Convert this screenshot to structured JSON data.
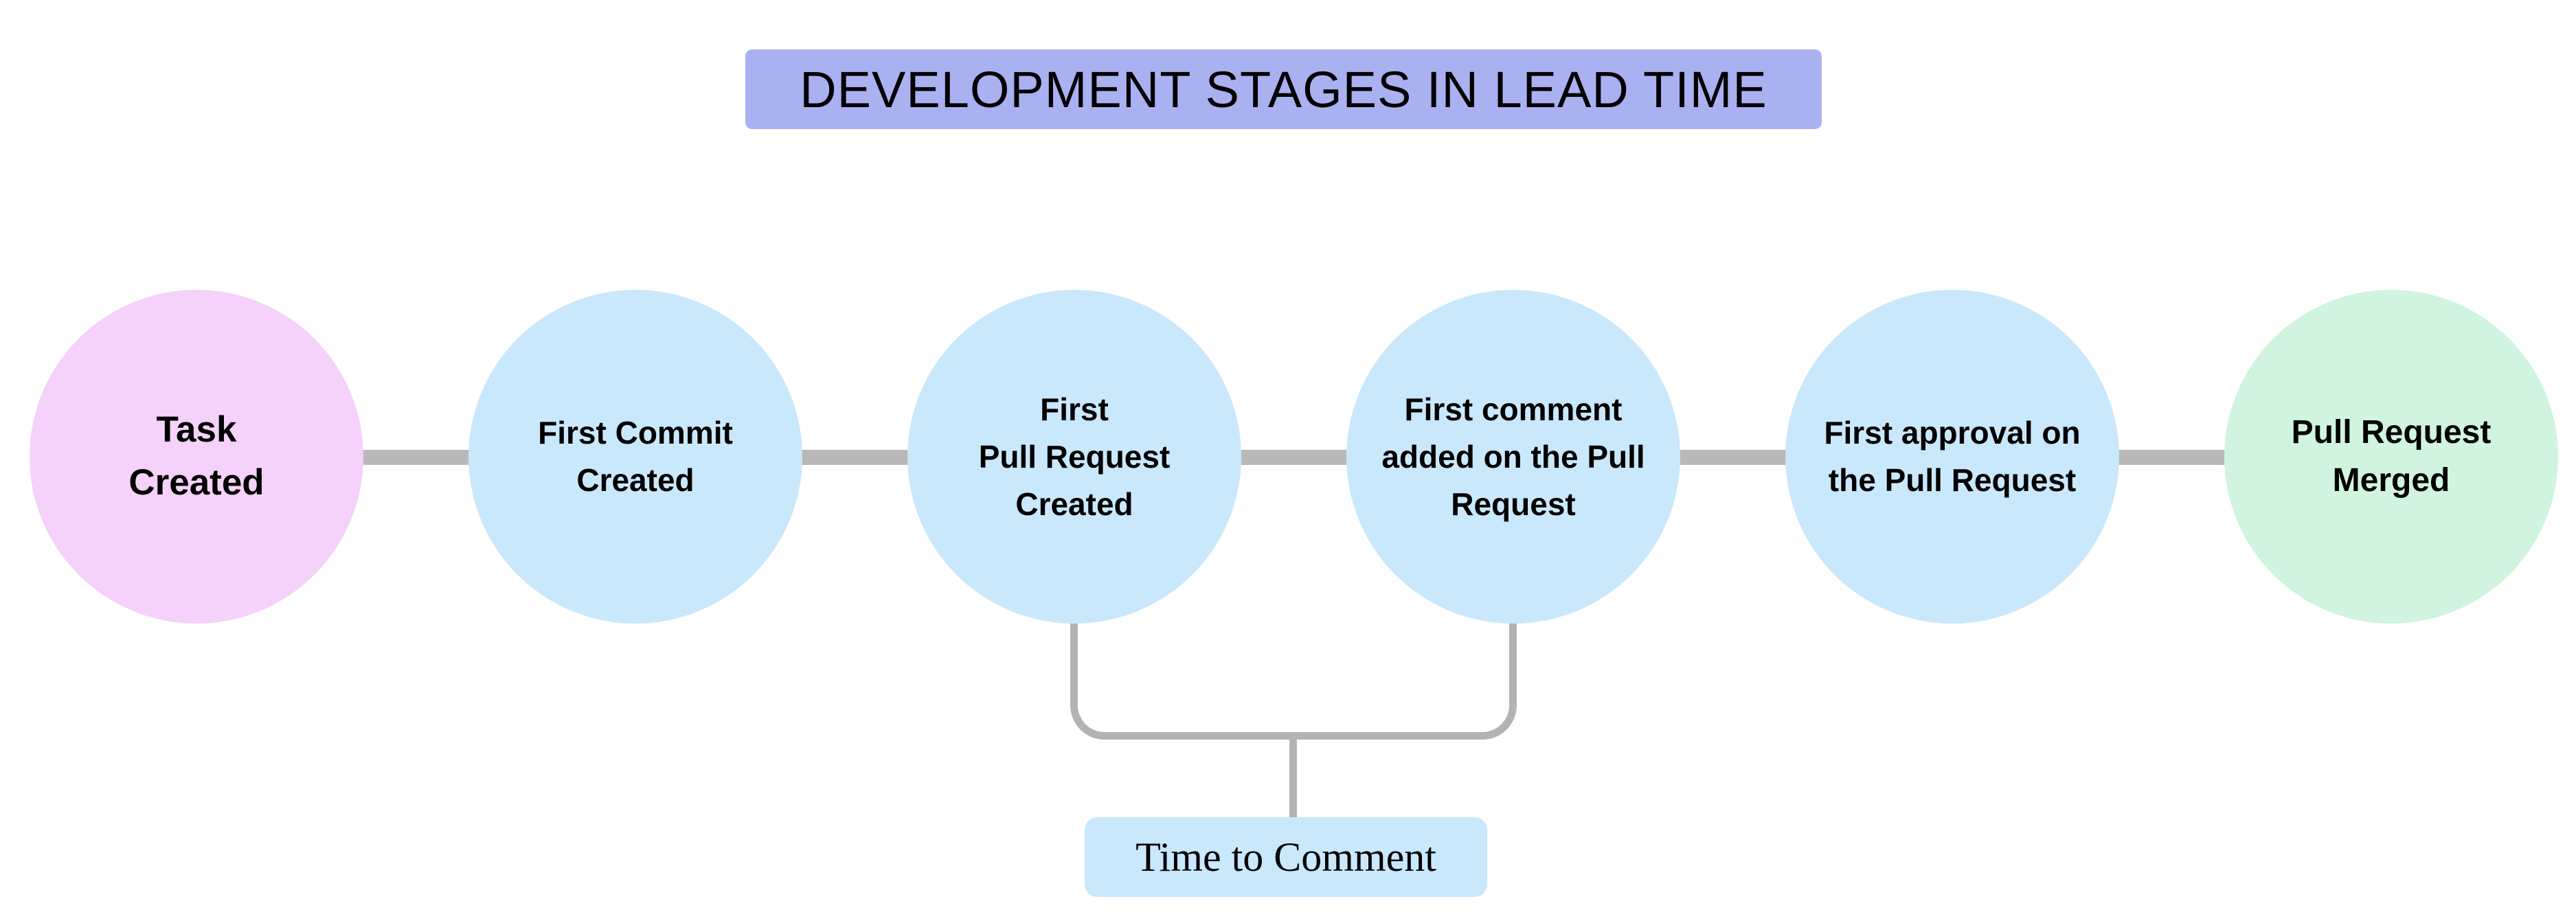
{
  "title": {
    "label": "DEVELOPMENT STAGES IN LEAD TIME",
    "bg_color": "#a9b1f1",
    "text_color": "#000000"
  },
  "nodes": [
    {
      "name": "task-created",
      "label": "Task\nCreated",
      "color": "#f5d2fa"
    },
    {
      "name": "first-commit-created",
      "label": "First Commit\nCreated",
      "color": "#cae8fb"
    },
    {
      "name": "first-pull-request-created",
      "label": "First\nPull Request\nCreated",
      "color": "#cae8fb"
    },
    {
      "name": "first-comment-added",
      "label": "First comment\nadded on the Pull\nRequest",
      "color": "#cae8fb"
    },
    {
      "name": "first-approval",
      "label": "First approval on\nthe Pull Request",
      "color": "#cae8fb"
    },
    {
      "name": "pull-request-merged",
      "label": "Pull Request\nMerged",
      "color": "#d0f4de"
    }
  ],
  "connector": {
    "color": "#b9b9b9"
  },
  "bracket": {
    "label": "Time to Comment",
    "bg_color": "#c9e8fc",
    "line_color": "#b3b3b3",
    "spans_from": "first-pull-request-created",
    "spans_to": "first-comment-added"
  }
}
